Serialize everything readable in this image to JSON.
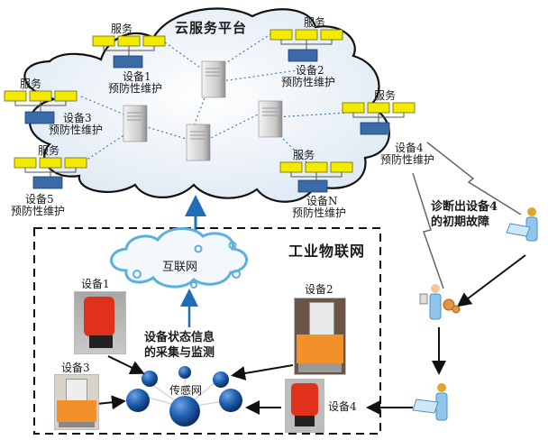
{
  "colors": {
    "service_box": "#f2ea00",
    "device_box": "#3a6aa8",
    "cloud_fill": "#e6eff7",
    "cloud_stroke": "#111111",
    "internet_cloud_stroke": "#5bb0dc",
    "sensor_node": "#1f5fb0",
    "arrow_blue": "#1f6db8"
  },
  "cloud_platform": {
    "title": "云服务平台",
    "service_groups": [
      {
        "service_label": "服务",
        "device_label": "设备1",
        "maint_label": "预防性维护"
      },
      {
        "service_label": "服务",
        "device_label": "设备2",
        "maint_label": "预防性维护"
      },
      {
        "service_label": "服务",
        "device_label": "设备3",
        "maint_label": "预防性维护"
      },
      {
        "service_label": "服务",
        "device_label": "设备4",
        "maint_label": "预防性维护"
      },
      {
        "service_label": "服务",
        "device_label": "设备5",
        "maint_label": "预防性维护"
      },
      {
        "service_label": "服务",
        "device_label": "设备N",
        "maint_label": "预防性维护"
      }
    ],
    "server_icons": [
      "server-icon",
      "server-icon",
      "server-icon",
      "server-icon",
      "server-icon"
    ]
  },
  "iiot": {
    "title": "工业物联网",
    "internet_label": "互联网",
    "collect_label_line1": "设备状态信息",
    "collect_label_line2": "的采集与监测",
    "sensor_net_label": "传感网",
    "devices": [
      {
        "label": "设备1",
        "kind": "red-robot-arm"
      },
      {
        "label": "设备2",
        "kind": "orange-agv"
      },
      {
        "label": "设备3",
        "kind": "orange-agv"
      },
      {
        "label": "设备4",
        "kind": "red-robot-arm"
      }
    ]
  },
  "diagnosis": {
    "label_line1": "诊断出设备4",
    "label_line2": "的初期故障",
    "actors": [
      "engineer-with-tablet-icon",
      "maintenance-worker-with-gears-icon",
      "technician-with-tablet-icon"
    ]
  }
}
